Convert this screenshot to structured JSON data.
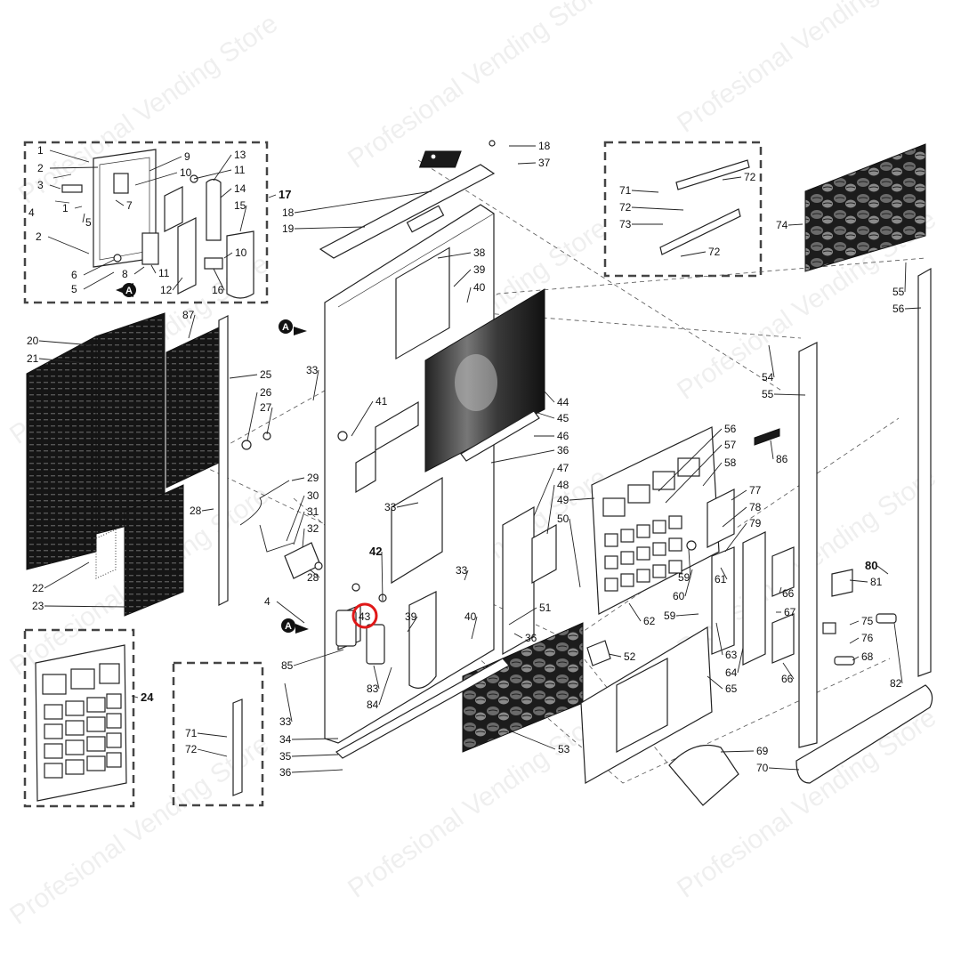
{
  "watermark": "Profesional Vending Store",
  "marker_a": "A",
  "highlight": {
    "part": "43",
    "color": "#e01818"
  },
  "callouts": [
    {
      "id": "1a",
      "text": "1"
    },
    {
      "id": "2a",
      "text": "2"
    },
    {
      "id": "3",
      "text": "3"
    },
    {
      "id": "4a",
      "text": "4"
    },
    {
      "id": "1b",
      "text": "1"
    },
    {
      "id": "5a",
      "text": "5"
    },
    {
      "id": "7",
      "text": "7"
    },
    {
      "id": "9",
      "text": "9"
    },
    {
      "id": "10a",
      "text": "10"
    },
    {
      "id": "10b",
      "text": "10"
    },
    {
      "id": "11a",
      "text": "11"
    },
    {
      "id": "11b",
      "text": "11"
    },
    {
      "id": "12",
      "text": "12"
    },
    {
      "id": "13",
      "text": "13"
    },
    {
      "id": "14",
      "text": "14"
    },
    {
      "id": "15",
      "text": "15"
    },
    {
      "id": "16",
      "text": "16"
    },
    {
      "id": "17",
      "text": "17"
    },
    {
      "id": "2b",
      "text": "2"
    },
    {
      "id": "6",
      "text": "6"
    },
    {
      "id": "8",
      "text": "8"
    },
    {
      "id": "5b",
      "text": "5"
    },
    {
      "id": "18a",
      "text": "18"
    },
    {
      "id": "37",
      "text": "37"
    },
    {
      "id": "18b",
      "text": "18"
    },
    {
      "id": "19",
      "text": "19"
    },
    {
      "id": "38",
      "text": "38"
    },
    {
      "id": "39a",
      "text": "39"
    },
    {
      "id": "40a",
      "text": "40"
    },
    {
      "id": "71a",
      "text": "71"
    },
    {
      "id": "72a",
      "text": "72"
    },
    {
      "id": "72b",
      "text": "72"
    },
    {
      "id": "73",
      "text": "73"
    },
    {
      "id": "72c",
      "text": "72"
    },
    {
      "id": "74",
      "text": "74"
    },
    {
      "id": "55a",
      "text": "55"
    },
    {
      "id": "56a",
      "text": "56"
    },
    {
      "id": "20",
      "text": "20"
    },
    {
      "id": "21",
      "text": "21"
    },
    {
      "id": "87",
      "text": "87"
    },
    {
      "id": "25",
      "text": "25"
    },
    {
      "id": "26",
      "text": "26"
    },
    {
      "id": "27",
      "text": "27"
    },
    {
      "id": "33a",
      "text": "33"
    },
    {
      "id": "41",
      "text": "41"
    },
    {
      "id": "44",
      "text": "44"
    },
    {
      "id": "45",
      "text": "45"
    },
    {
      "id": "46",
      "text": "46"
    },
    {
      "id": "36a",
      "text": "36"
    },
    {
      "id": "54",
      "text": "54"
    },
    {
      "id": "55b",
      "text": "55"
    },
    {
      "id": "86",
      "text": "86"
    },
    {
      "id": "56b",
      "text": "56"
    },
    {
      "id": "57",
      "text": "57"
    },
    {
      "id": "58",
      "text": "58"
    },
    {
      "id": "47",
      "text": "47"
    },
    {
      "id": "48",
      "text": "48"
    },
    {
      "id": "49",
      "text": "49"
    },
    {
      "id": "50",
      "text": "50"
    },
    {
      "id": "77",
      "text": "77"
    },
    {
      "id": "78",
      "text": "78"
    },
    {
      "id": "79",
      "text": "79"
    },
    {
      "id": "29",
      "text": "29"
    },
    {
      "id": "30",
      "text": "30"
    },
    {
      "id": "31",
      "text": "31"
    },
    {
      "id": "32",
      "text": "32"
    },
    {
      "id": "28a",
      "text": "28"
    },
    {
      "id": "28b",
      "text": "28"
    },
    {
      "id": "33b",
      "text": "33"
    },
    {
      "id": "42",
      "text": "42"
    },
    {
      "id": "33c",
      "text": "33"
    },
    {
      "id": "22",
      "text": "22"
    },
    {
      "id": "23",
      "text": "23"
    },
    {
      "id": "4b",
      "text": "4"
    },
    {
      "id": "43",
      "text": "43"
    },
    {
      "id": "39b",
      "text": "39"
    },
    {
      "id": "40b",
      "text": "40"
    },
    {
      "id": "36b",
      "text": "36"
    },
    {
      "id": "51",
      "text": "51"
    },
    {
      "id": "52",
      "text": "52"
    },
    {
      "id": "59a",
      "text": "59"
    },
    {
      "id": "60",
      "text": "60"
    },
    {
      "id": "61",
      "text": "61"
    },
    {
      "id": "62",
      "text": "62"
    },
    {
      "id": "59b",
      "text": "59"
    },
    {
      "id": "63",
      "text": "63"
    },
    {
      "id": "64",
      "text": "64"
    },
    {
      "id": "65",
      "text": "65"
    },
    {
      "id": "66a",
      "text": "66"
    },
    {
      "id": "67",
      "text": "67"
    },
    {
      "id": "66b",
      "text": "66"
    },
    {
      "id": "80",
      "text": "80"
    },
    {
      "id": "81",
      "text": "81"
    },
    {
      "id": "75",
      "text": "75"
    },
    {
      "id": "76",
      "text": "76"
    },
    {
      "id": "68",
      "text": "68"
    },
    {
      "id": "82",
      "text": "82"
    },
    {
      "id": "85",
      "text": "85"
    },
    {
      "id": "83",
      "text": "83"
    },
    {
      "id": "84",
      "text": "84"
    },
    {
      "id": "33d",
      "text": "33"
    },
    {
      "id": "34",
      "text": "34"
    },
    {
      "id": "35",
      "text": "35"
    },
    {
      "id": "36c",
      "text": "36"
    },
    {
      "id": "53",
      "text": "53"
    },
    {
      "id": "69",
      "text": "69"
    },
    {
      "id": "70",
      "text": "70"
    },
    {
      "id": "24",
      "text": "24"
    },
    {
      "id": "71b",
      "text": "71"
    },
    {
      "id": "72d",
      "text": "72"
    }
  ]
}
